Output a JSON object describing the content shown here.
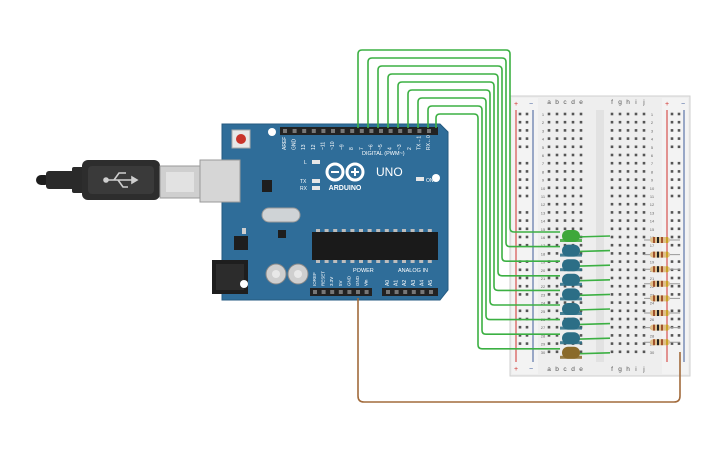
{
  "board": {
    "brand": "ARDUINO",
    "model": "UNO",
    "on_label": "ON",
    "l_label": "L",
    "tx_label": "TX",
    "rx_label": "RX",
    "digital_header": "DIGITAL (PWM~)",
    "power_header": "POWER",
    "analog_header": "ANALOG IN",
    "digital_pins": [
      "AREF",
      "GND",
      "13",
      "12",
      "~11",
      "~10",
      "~9",
      "8",
      "7",
      "~6",
      "~5",
      "4",
      "~3",
      "2",
      "TX→1",
      "RX←0"
    ],
    "power_pins": [
      "IOREF",
      "RESET",
      "3.3V",
      "5V",
      "GND",
      "GND",
      "Vin"
    ],
    "analog_pins": [
      "A0",
      "A1",
      "A2",
      "A3",
      "A4",
      "A5"
    ]
  },
  "breadboard": {
    "cols_left": [
      "a",
      "b",
      "c",
      "d",
      "e"
    ],
    "cols_right": [
      "f",
      "g",
      "h",
      "i",
      "j"
    ],
    "rail_plus": "+",
    "rail_minus": "−",
    "row_labels": [
      "1",
      "2",
      "3",
      "4",
      "5",
      "6",
      "7",
      "8",
      "9",
      "10",
      "11",
      "12",
      "13",
      "14",
      "15",
      "16",
      "17",
      "18",
      "19",
      "20",
      "21",
      "22",
      "23",
      "24",
      "25",
      "26",
      "27",
      "28",
      "29",
      "30"
    ]
  },
  "leds": {
    "colors": [
      "#3fa83a",
      "#2c6e86",
      "#2c6e86",
      "#2c6e86",
      "#2c6e86",
      "#2c6e86",
      "#2c6e86",
      "#2c6e86",
      "#8a6a2a"
    ]
  },
  "colors": {
    "board": "#2f6d99",
    "wire_green": "#3cb043",
    "wire_brown": "#a26b3c",
    "rail_red": "#d0312d",
    "rail_blue": "#3c5b9a"
  }
}
